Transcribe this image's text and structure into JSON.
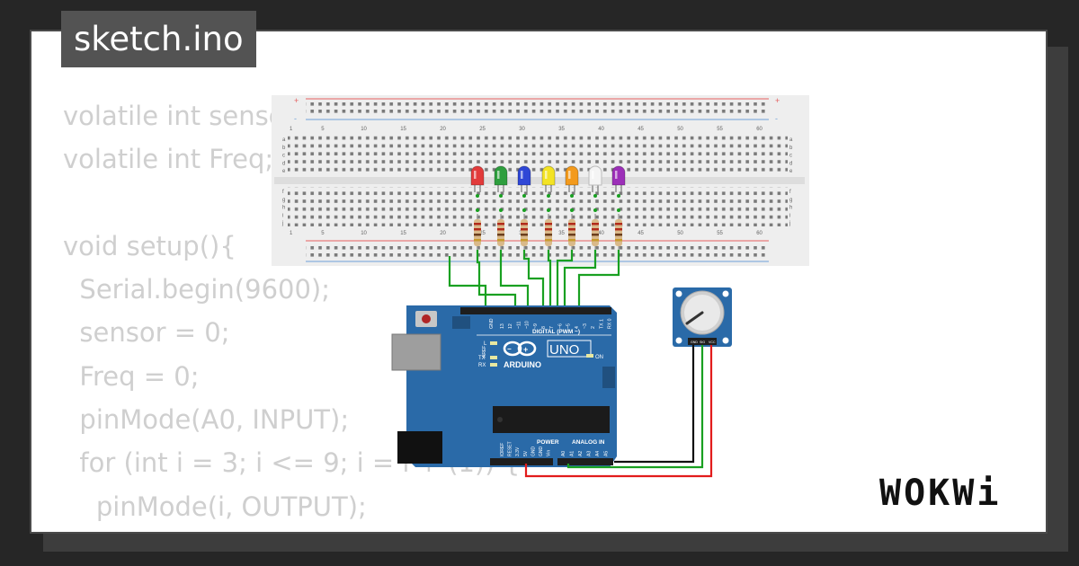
{
  "tab": {
    "filename": "sketch.ino"
  },
  "code_lines": [
    "volatile int sensor;",
    "volatile int Freq;",
    "",
    "void setup(){",
    "  Serial.begin(9600);",
    "  sensor = 0;",
    "  Freq = 0;",
    "  pinMode(A0, INPUT);",
    "  for (int i = 3; i <= 9; i = i + (1)) {",
    "    pinMode(i, OUTPUT);",
    "  }"
  ],
  "breadboard": {
    "column_labels": [
      "1",
      "5",
      "10",
      "15",
      "20",
      "25",
      "30",
      "35",
      "40",
      "45",
      "50",
      "55",
      "60"
    ],
    "row_labels_top": [
      "a",
      "b",
      "c",
      "d",
      "e"
    ],
    "row_labels_bottom": [
      "f",
      "g",
      "h",
      "i",
      "j"
    ],
    "rail_plus": "+",
    "rail_minus": "-"
  },
  "leds": [
    "#e23b3b",
    "#2e9e3e",
    "#2f47d6",
    "#f3e324",
    "#f39a1c",
    "#f4f4f4",
    "#9c2fb8"
  ],
  "arduino": {
    "brand": "ARDUINO",
    "model": "UNO",
    "digital_label": "DIGITAL (PWM ~)",
    "power_label": "POWER",
    "analog_label": "ANALOG IN",
    "on_label": "ON",
    "l_label": "L",
    "tx_label": "TX",
    "rx_label": "RX",
    "aref_label": "AREF",
    "gnd_label": "GND",
    "digital_pins": [
      "13",
      "12",
      "~11",
      "~10",
      "~9",
      "8",
      "7",
      "~6",
      "~5",
      "4",
      "~3",
      "2",
      "TX 1",
      "RX 0"
    ],
    "power_pins": [
      "IOREF",
      "RESET",
      "3.3V",
      "5V",
      "GND",
      "GND",
      "Vin"
    ],
    "analog_pins": [
      "A0",
      "A1",
      "A2",
      "A3",
      "A4",
      "A5"
    ]
  },
  "potentiometer": {
    "pins": [
      "GND",
      "SIG",
      "VCC"
    ]
  },
  "logo": {
    "text": "WOKWi"
  },
  "colors": {
    "wire_green": "#19a021",
    "wire_red": "#e21b1b",
    "wire_black": "#111111",
    "board_blue": "#2a6aa8",
    "card_bg": "#ffffff",
    "tab_bg": "#535353"
  }
}
